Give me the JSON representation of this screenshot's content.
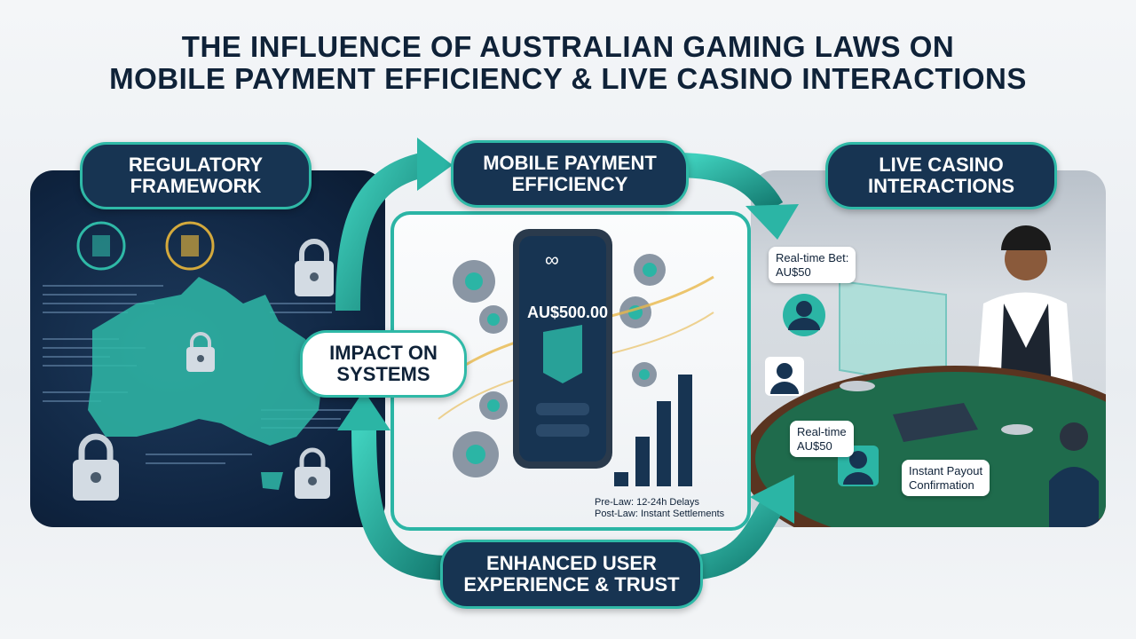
{
  "title": {
    "line1": "THE INFLUENCE OF AUSTRALIAN GAMING LAWS ON",
    "line2": "MOBILE PAYMENT EFFICIENCY & LIVE CASINO INTERACTIONS"
  },
  "nodes": {
    "regulatory": {
      "line1": "REGULATORY",
      "line2": "FRAMEWORK"
    },
    "mobile": {
      "line1": "MOBILE PAYMENT",
      "line2": "EFFICIENCY"
    },
    "live": {
      "line1": "LIVE CASINO",
      "line2": "INTERACTIONS"
    },
    "impact": {
      "line1": "IMPACT ON",
      "line2": "SYSTEMS"
    },
    "enhanced": {
      "line1": "ENHANCED USER",
      "line2": "EXPERIENCE & TRUST"
    }
  },
  "phone": {
    "amount": "AU$500.00",
    "symbol": "∞"
  },
  "chart_note": {
    "line1": "Pre-Law: 12-24h Delays",
    "line2": "Post-Law: Instant Settlements"
  },
  "casino": {
    "bet1": {
      "line1": "Real-time Bet:",
      "line2": "AU$50"
    },
    "bet2": {
      "line1": "Real-time",
      "line2": "AU$50"
    },
    "payout": {
      "line1": "Instant Payout",
      "line2": "Confirmation"
    }
  },
  "colors": {
    "accent": "#2bb5a5",
    "navy": "#173452",
    "dark": "#0f2238",
    "felt": "#1f6b4c"
  }
}
